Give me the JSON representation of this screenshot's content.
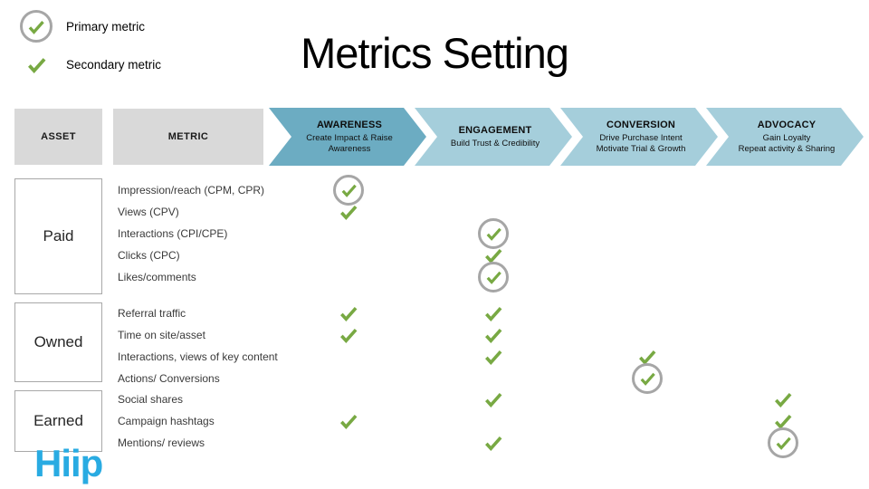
{
  "slide": {
    "title": "Metrics Setting",
    "logo_text": "Hiip"
  },
  "legend": {
    "primary_label": "Primary metric",
    "secondary_label": "Secondary metric"
  },
  "colors": {
    "chevron_first": "#6cacc2",
    "chevron_rest": "#a5cedb",
    "header_box": "#d9d9d9",
    "check_green": "#78a943",
    "circle_gray": "#a6a6a6",
    "logo_cyan": "#29abe2"
  },
  "table": {
    "asset_header": "ASSET",
    "metric_header": "METRIC",
    "stages": [
      {
        "name": "AWARENESS",
        "lines": [
          "Create Impact & Raise",
          "Awareness"
        ]
      },
      {
        "name": "ENGAGEMENT",
        "lines": [
          "Build Trust & Credibility"
        ]
      },
      {
        "name": "CONVERSION",
        "lines": [
          "Drive Purchase Intent",
          "Motivate Trial & Growth"
        ]
      },
      {
        "name": "ADVOCACY",
        "lines": [
          "Gain Loyalty",
          "Repeat activity & Sharing"
        ]
      }
    ],
    "mark_legend": {
      "primary": "circled check",
      "secondary": "plain check"
    },
    "groups": [
      {
        "asset": "Paid",
        "rows": [
          {
            "metric": "Impression/reach (CPM, CPR)",
            "marks": [
              "primary",
              null,
              null,
              null
            ]
          },
          {
            "metric": "Views (CPV)",
            "marks": [
              "secondary",
              null,
              null,
              null
            ]
          },
          {
            "metric": "Interactions (CPI/CPE)",
            "marks": [
              null,
              "primary",
              null,
              null
            ]
          },
          {
            "metric": "Clicks (CPC)",
            "marks": [
              null,
              "secondary",
              null,
              null
            ]
          },
          {
            "metric": "Likes/comments",
            "marks": [
              null,
              "primary",
              null,
              null
            ]
          }
        ]
      },
      {
        "asset": "Owned",
        "rows": [
          {
            "metric": "Referral traffic",
            "marks": [
              "secondary",
              "secondary",
              null,
              null
            ]
          },
          {
            "metric": "Time on site/asset",
            "marks": [
              "secondary",
              "secondary",
              null,
              null
            ]
          },
          {
            "metric": "Interactions, views of key content",
            "marks": [
              null,
              "secondary",
              "secondary",
              null
            ]
          },
          {
            "metric": "Actions/ Conversions",
            "marks": [
              null,
              null,
              "primary",
              null
            ]
          }
        ]
      },
      {
        "asset": "Earned",
        "rows": [
          {
            "metric": "Social shares",
            "marks": [
              null,
              "secondary",
              null,
              "secondary"
            ]
          },
          {
            "metric": "Campaign hashtags",
            "marks": [
              "secondary",
              null,
              null,
              "secondary"
            ]
          },
          {
            "metric": "Mentions/ reviews",
            "marks": [
              null,
              "secondary",
              null,
              "primary"
            ]
          }
        ]
      }
    ]
  }
}
